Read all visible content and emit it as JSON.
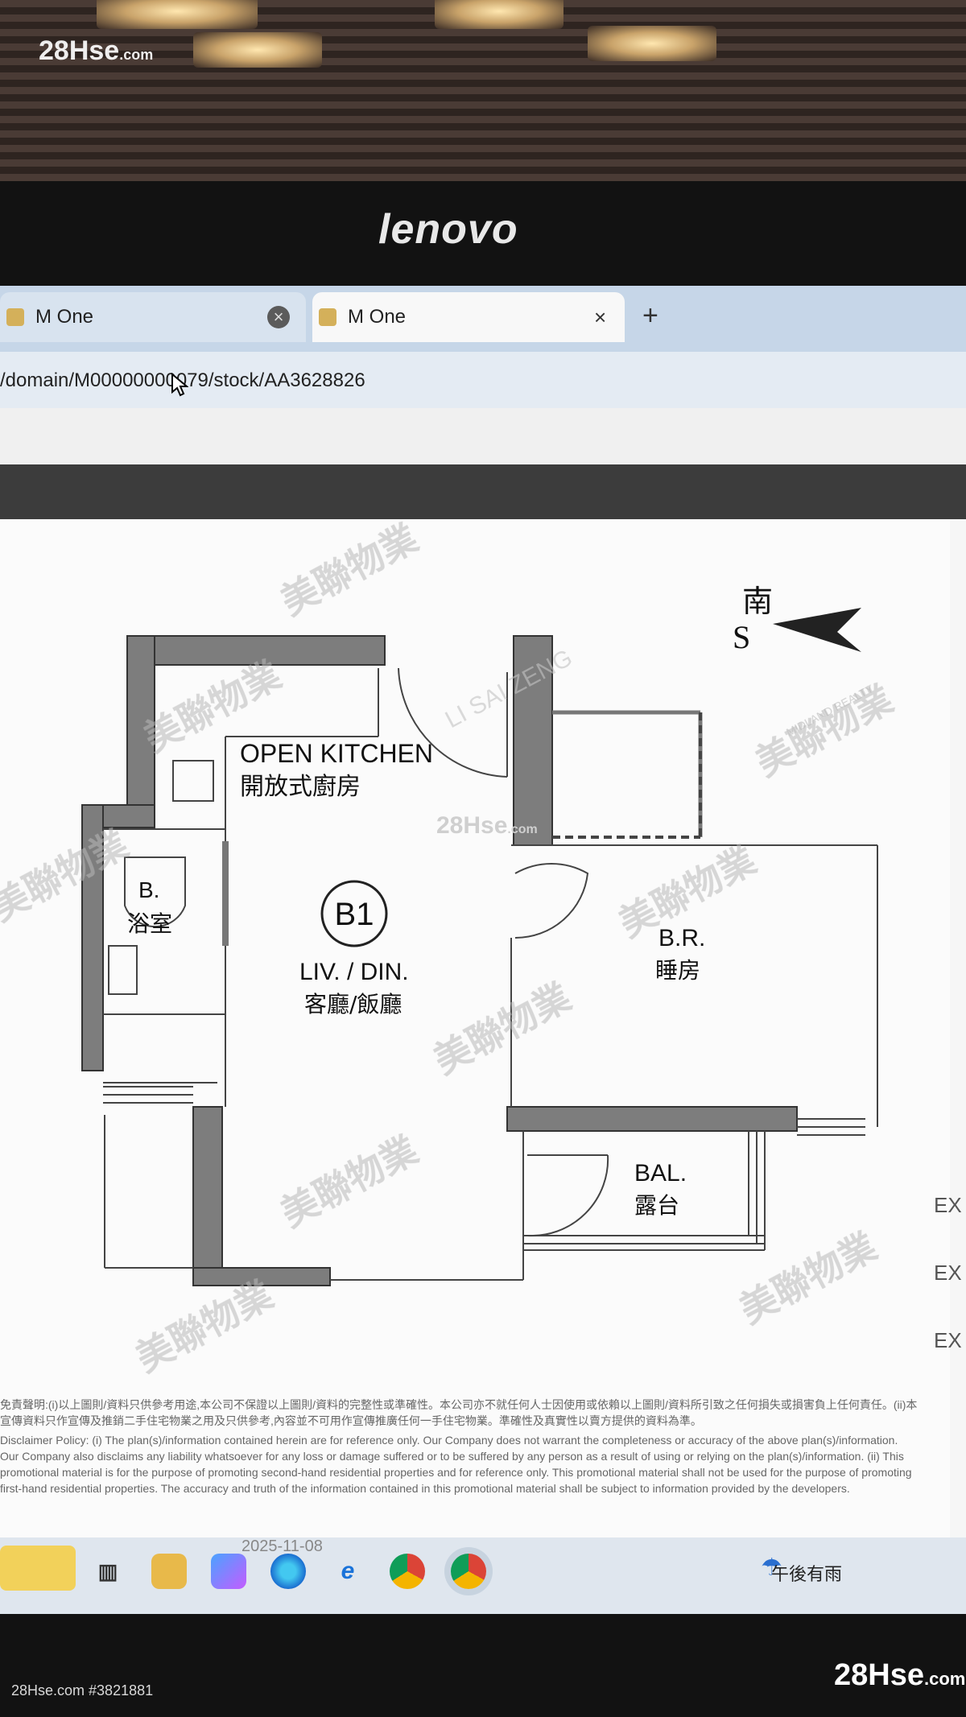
{
  "watermark": {
    "site": "28Hse",
    "site_suffix": ".com",
    "caption": "28Hse.com #3821881"
  },
  "monitor": {
    "brand": "lenovo"
  },
  "browser": {
    "tabs": [
      {
        "label": "M One"
      },
      {
        "label": "M One"
      }
    ],
    "close_glyph": "×",
    "new_tab_glyph": "+",
    "url": "/domain/M00000000079/stock/AA3628826"
  },
  "floorplan": {
    "unit": "B1",
    "compass": {
      "zh": "南",
      "en": "S"
    },
    "rooms": {
      "kitchen": {
        "en": "OPEN KITCHEN",
        "zh": "開放式廚房"
      },
      "bath": {
        "en": "B.",
        "zh": "浴室"
      },
      "living": {
        "en": "LIV. / DIN.",
        "zh": "客廳/飯廳"
      },
      "bedroom": {
        "en": "B.R.",
        "zh": "睡房"
      },
      "balcony": {
        "en": "BAL.",
        "zh": "露台"
      }
    },
    "agency_watermark": "美聯物業",
    "agency_watermark_en": "MIDLAND REALTY",
    "inner_watermark": "28Hse",
    "inner_watermark_suffix": ".com",
    "agent_name": "LI SAI ZENG"
  },
  "disclaimer": {
    "zh": "免責聲明:(i)以上圖則/資料只供參考用途,本公司不保證以上圖則/資料的完整性或準確性。本公司亦不就任何人士因使用或依賴以上圖則/資料所引致之任何損失或損害負上任何責任。(ii)本宣傳資料只作宣傳及推銷二手住宅物業之用及只供參考,內容並不可用作宣傳推廣任何一手住宅物業。準確性及真實性以賣方提供的資料為準。",
    "en": "Disclaimer Policy: (i) The plan(s)/information contained herein are for reference only. Our Company does not warrant the completeness or accuracy of the above plan(s)/information. Our Company also disclaims any liability whatsoever for any loss or damage suffered or to be suffered by any person as a result of using or relying on the plan(s)/information. (ii) This promotional material is for the purpose of promoting second-hand residential properties and for reference only. This promotional material shall not be used for the purpose of promoting first-hand residential properties. The accuracy and truth of the information contained in this promotional material shall be subject to information provided by the developers."
  },
  "taskbar": {
    "weather": "午後有雨",
    "date_fragment": "2025-11-08"
  },
  "right_edge": [
    "EX",
    "EX",
    "EX"
  ]
}
